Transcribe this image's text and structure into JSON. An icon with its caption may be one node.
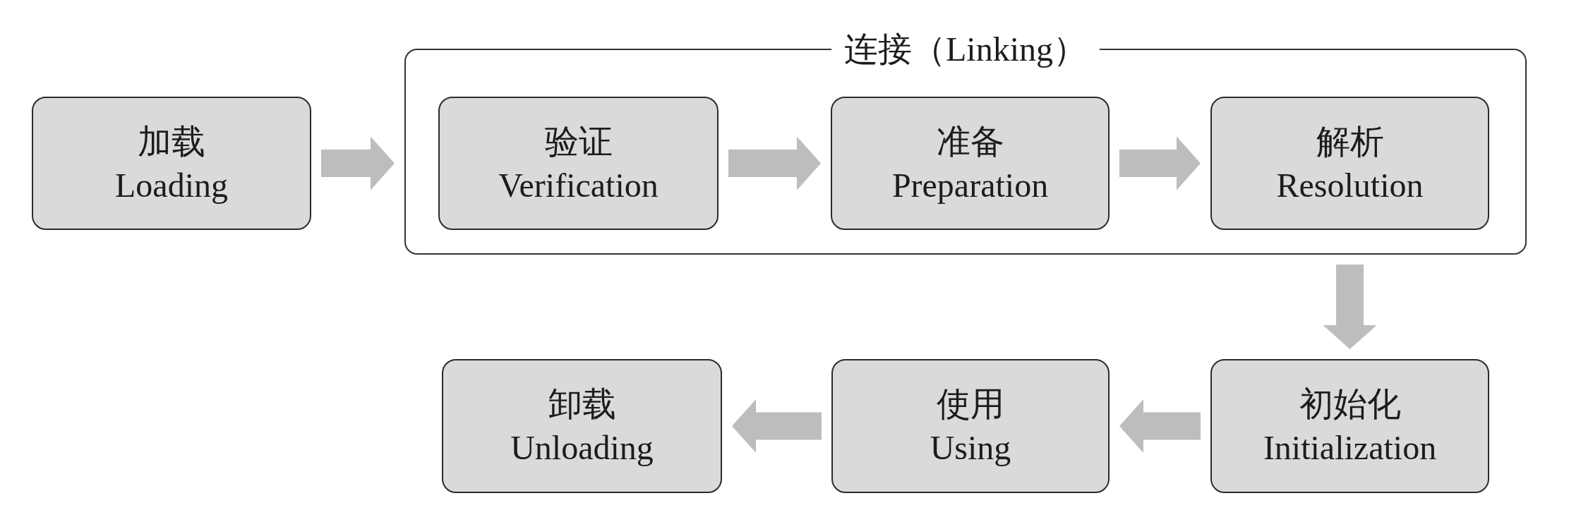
{
  "diagram": {
    "nodes": [
      {
        "text": [
          "加载",
          "Loading"
        ]
      },
      {
        "text": [
          "连接（Linking）"
        ]
      },
      {
        "text": [
          "验证",
          "Verification"
        ],
        "in": 1
      },
      {
        "text": [
          "准备",
          "Preparation"
        ],
        "in": 1
      },
      {
        "text": [
          "解析",
          "Resolution"
        ],
        "in": 1
      },
      {
        "text": [
          "初始化",
          "Initialization"
        ]
      },
      {
        "text": [
          "使用",
          "Using"
        ]
      },
      {
        "text": [
          "卸载",
          "Unloading"
        ]
      }
    ],
    "edges": [
      {
        "from": 0,
        "to": 1,
        "arrow": "to"
      },
      {
        "from": 2,
        "to": 3,
        "arrow": "to"
      },
      {
        "from": 3,
        "to": 4,
        "arrow": "to"
      },
      {
        "from": 1,
        "to": 5,
        "arrow": "to"
      },
      {
        "from": 5,
        "to": 6,
        "arrow": "to"
      },
      {
        "from": 6,
        "to": 7,
        "arrow": "to"
      }
    ]
  }
}
